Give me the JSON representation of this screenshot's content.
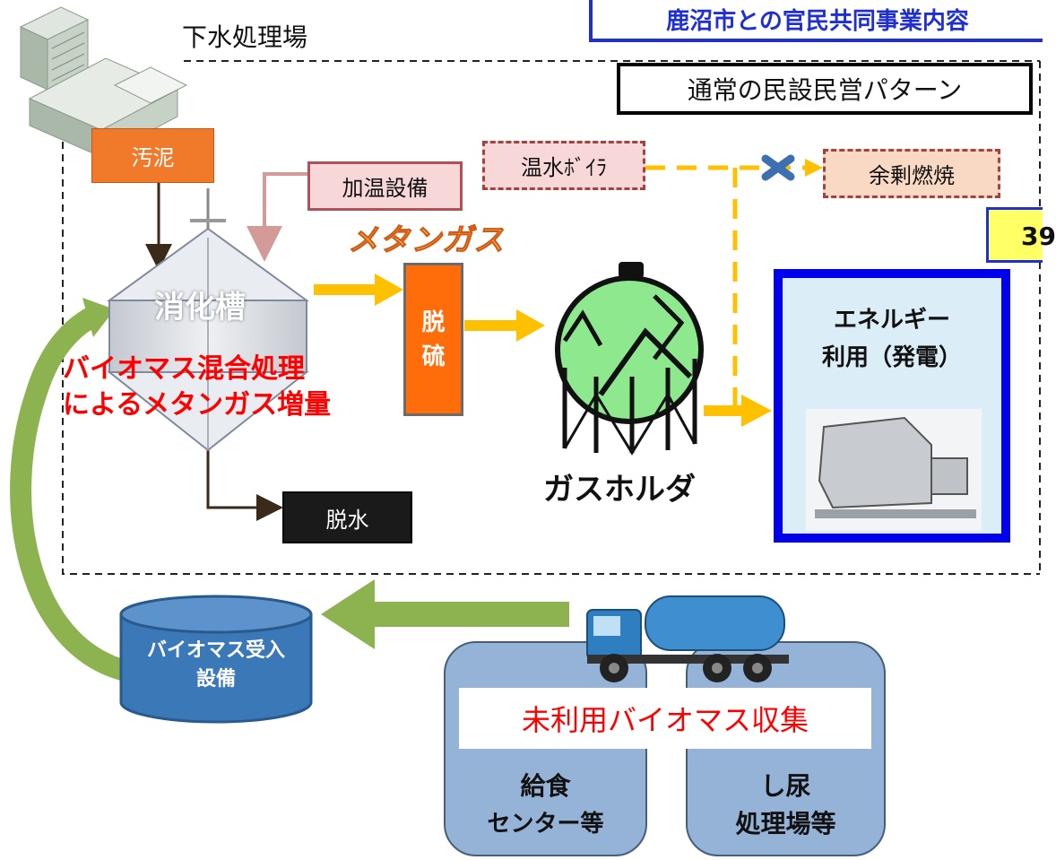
{
  "header": {
    "title": "鹿沼市との官民共同事業内容",
    "plant_label": "下水処理場",
    "pattern_label": "通常の民設民営パターン"
  },
  "nodes": {
    "sludge": "汚泥",
    "heating": "加温設備",
    "hot_water_boiler": "温水ﾎﾞｲﾗ",
    "surplus_combustion": "余剰燃焼",
    "methane_gas": "メタンガス",
    "digester": "消化槽",
    "desulfurization_line1": "脱",
    "desulfurization_line2": "硫",
    "gas_holder": "ガスホルダ",
    "energy_line1": "エネルギー",
    "energy_line2": "利用（発電）",
    "dewatering": "脱水",
    "partial_badge": "39",
    "biomass_receiving_line1": "バイオマス受入",
    "biomass_receiving_line2": "設備",
    "collection": "未利用バイオマス収集",
    "school_lunch_line1": "給食",
    "school_lunch_line2": "センター等",
    "night_soil_line1": "し尿",
    "night_soil_line2": "処理場等"
  },
  "annotation": {
    "line1": "バイオマス混合処理",
    "line2": "によるメタンガス増量"
  },
  "colors": {
    "title_blue": "#1f2fd1",
    "sludge_orange": "#f07a2a",
    "pink_box": "#f7d7d7",
    "pink_border": "#b05058",
    "salmon_box": "#f9d9c4",
    "salmon_border": "#a5413e",
    "desulf_orange": "#ff6d0a",
    "arrow_yellow": "#ffc000",
    "energy_blue": "#0000ee",
    "energy_fill": "#dbeef7",
    "green_arrow": "#8cb350",
    "biomass_blue": "#3b78b8",
    "pale_blue": "#95b3d7",
    "red_text": "#ff0000",
    "holder_green": "#8ee88e"
  }
}
